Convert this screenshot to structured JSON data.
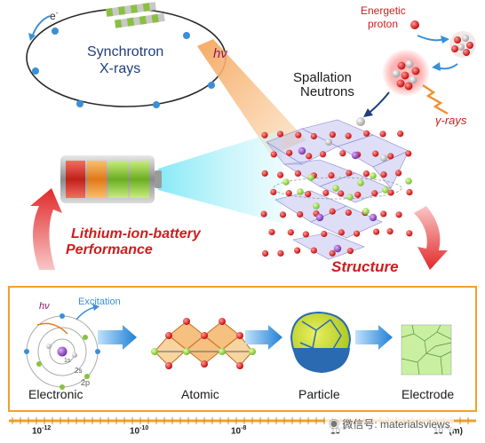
{
  "labels": {
    "electron": "e",
    "electron_sup": "-",
    "synchrotron": "Synchrotron",
    "xrays": "X-rays",
    "hv_top": "hν",
    "energetic": "Energetic",
    "proton": "proton",
    "spallation": "Spallation",
    "neutrons": "Neutrons",
    "gamma": "γ-rays",
    "performance_line1": "Lithium-ion-battery",
    "performance_line2": "Performance",
    "structure": "Structure"
  },
  "scales": {
    "hv": "hν",
    "excitation": "Excitation",
    "orbital_1s": "1s",
    "orbital_2s": "2s",
    "orbital_2p": "2p",
    "items": [
      "Electronic",
      "Atomic",
      "Particle",
      "Electrode"
    ]
  },
  "axis": {
    "ticks": [
      {
        "base": "10",
        "exp": "-12"
      },
      {
        "base": "10",
        "exp": "-10"
      },
      {
        "base": "10",
        "exp": "-8"
      },
      {
        "base": "10",
        "exp": "-6"
      },
      {
        "base": "10",
        "exp": "-4"
      }
    ],
    "unit": "(m)"
  },
  "watermark": "微信号: materialsviews",
  "colors": {
    "orange_frame": "#f0a030",
    "red_arrow": "#e03030",
    "blue_arrow": "#3a8fd8",
    "text_blue": "#1f3f7a",
    "text_red": "#cc1e1e",
    "hv_purple": "#8a1a6a"
  }
}
